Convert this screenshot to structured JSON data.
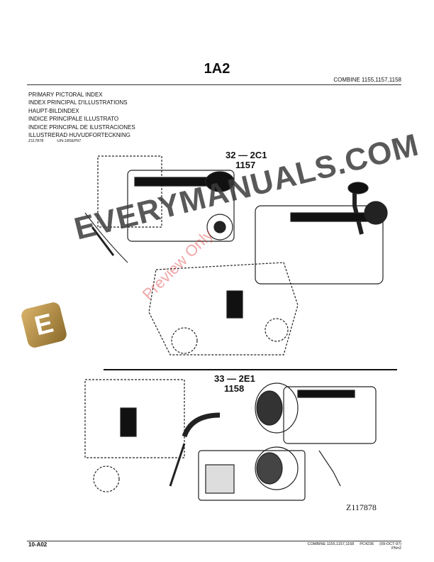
{
  "header": {
    "title": "1A2",
    "model": "COMBINE 1155,1157,1158"
  },
  "index_titles": [
    "PRIMARY PICTORAL INDEX",
    "INDEX PRINCIPAL D'ILLUSTRATIONS",
    "HAUPT-BILDINDEX",
    "INDICE PRINCIPALE ILLUSTRATO",
    "INDICE PRINCIPAL DE ILUSTRACIONES",
    "ILLUSTRERAD HUVUDFORTECKNING"
  ],
  "reference": {
    "code": "Z117878",
    "date": "-UN-18SEP97"
  },
  "callouts": [
    {
      "ref": "32 — 2C1",
      "model": "1157"
    },
    {
      "ref": "33 — 2E1",
      "model": "1158"
    }
  ],
  "figure_code": "Z117878",
  "watermark": {
    "text": "EVERYMANUALS.COM",
    "preview": "Preview Only",
    "logo": "E"
  },
  "footer": {
    "page": "10-A02",
    "model": "COMBINE 1155,1157,1158",
    "pub": "PC4236",
    "date": "(09-OCT-97)",
    "pn": "PN=2"
  }
}
